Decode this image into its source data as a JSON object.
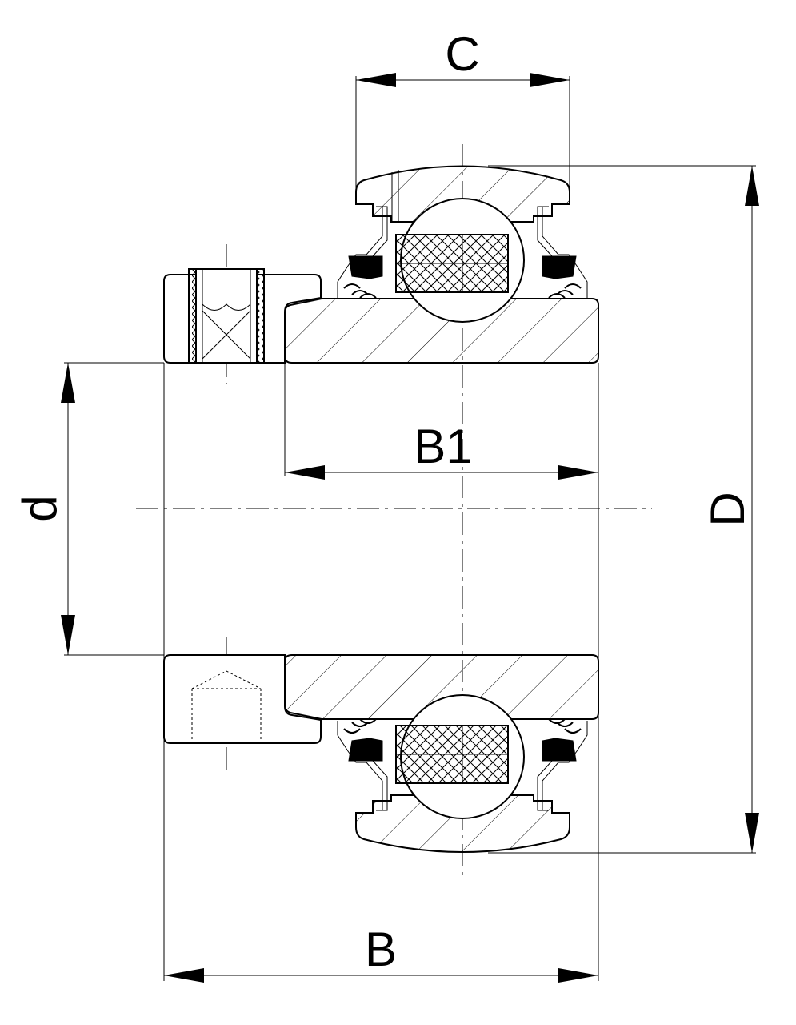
{
  "labels": {
    "C": "C",
    "B1": "B1",
    "d": "d",
    "D": "D",
    "B": "B"
  }
}
